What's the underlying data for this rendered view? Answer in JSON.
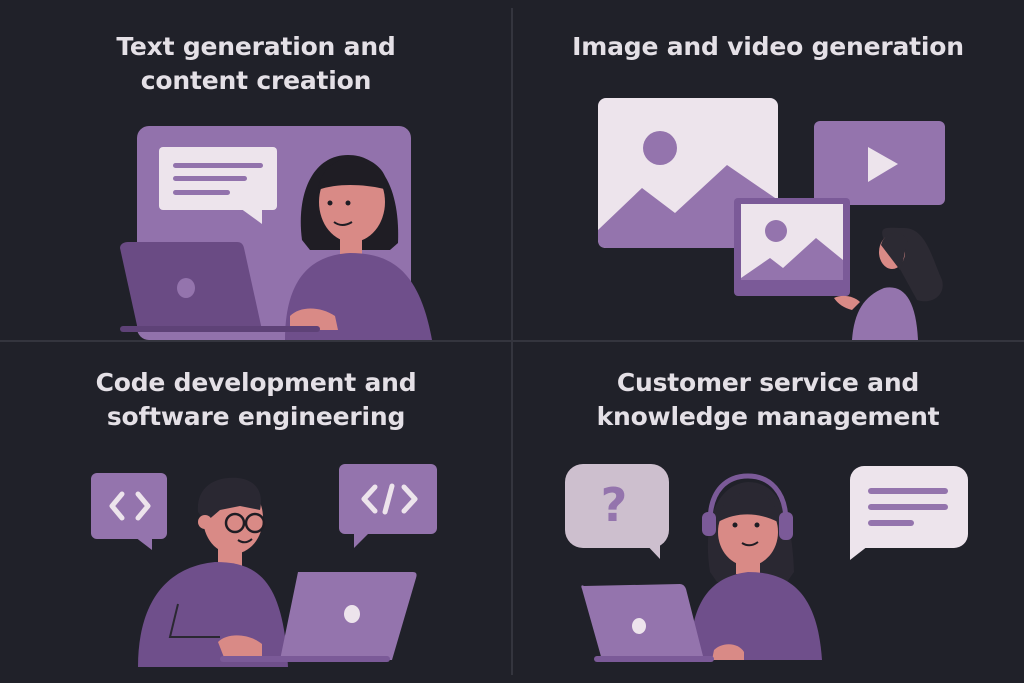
{
  "colors": {
    "background": "#202129",
    "divider": "#34353e",
    "title_text": "#e4e0e6",
    "purple_light": "#9474ad",
    "purple_mid": "#7b5a98",
    "purple_dark": "#6a4b84",
    "paper": "#ede4ec",
    "skin": "#d98a86",
    "hair": "#1f1d24"
  },
  "quadrants": [
    {
      "id": "text-generation",
      "title_line1": "Text generation and",
      "title_line2": "content creation",
      "icons": [
        "speech-bubble-icon",
        "laptop-icon",
        "person-icon"
      ]
    },
    {
      "id": "image-video-generation",
      "title_line1": "Image and video generation",
      "title_line2": "",
      "icons": [
        "image-icon",
        "video-play-icon",
        "image-frame-icon",
        "person-icon"
      ]
    },
    {
      "id": "code-development",
      "title_line1": "Code development and",
      "title_line2": "software engineering",
      "icons": [
        "code-brackets-icon",
        "code-tag-icon",
        "laptop-icon",
        "person-glasses-icon"
      ],
      "code_left": "< >",
      "code_right": "</>"
    },
    {
      "id": "customer-service",
      "title_line1": "Customer service and",
      "title_line2": "knowledge management",
      "icons": [
        "question-bubble-icon",
        "message-bubble-icon",
        "laptop-icon",
        "person-headset-icon"
      ],
      "question_mark": "?"
    }
  ]
}
